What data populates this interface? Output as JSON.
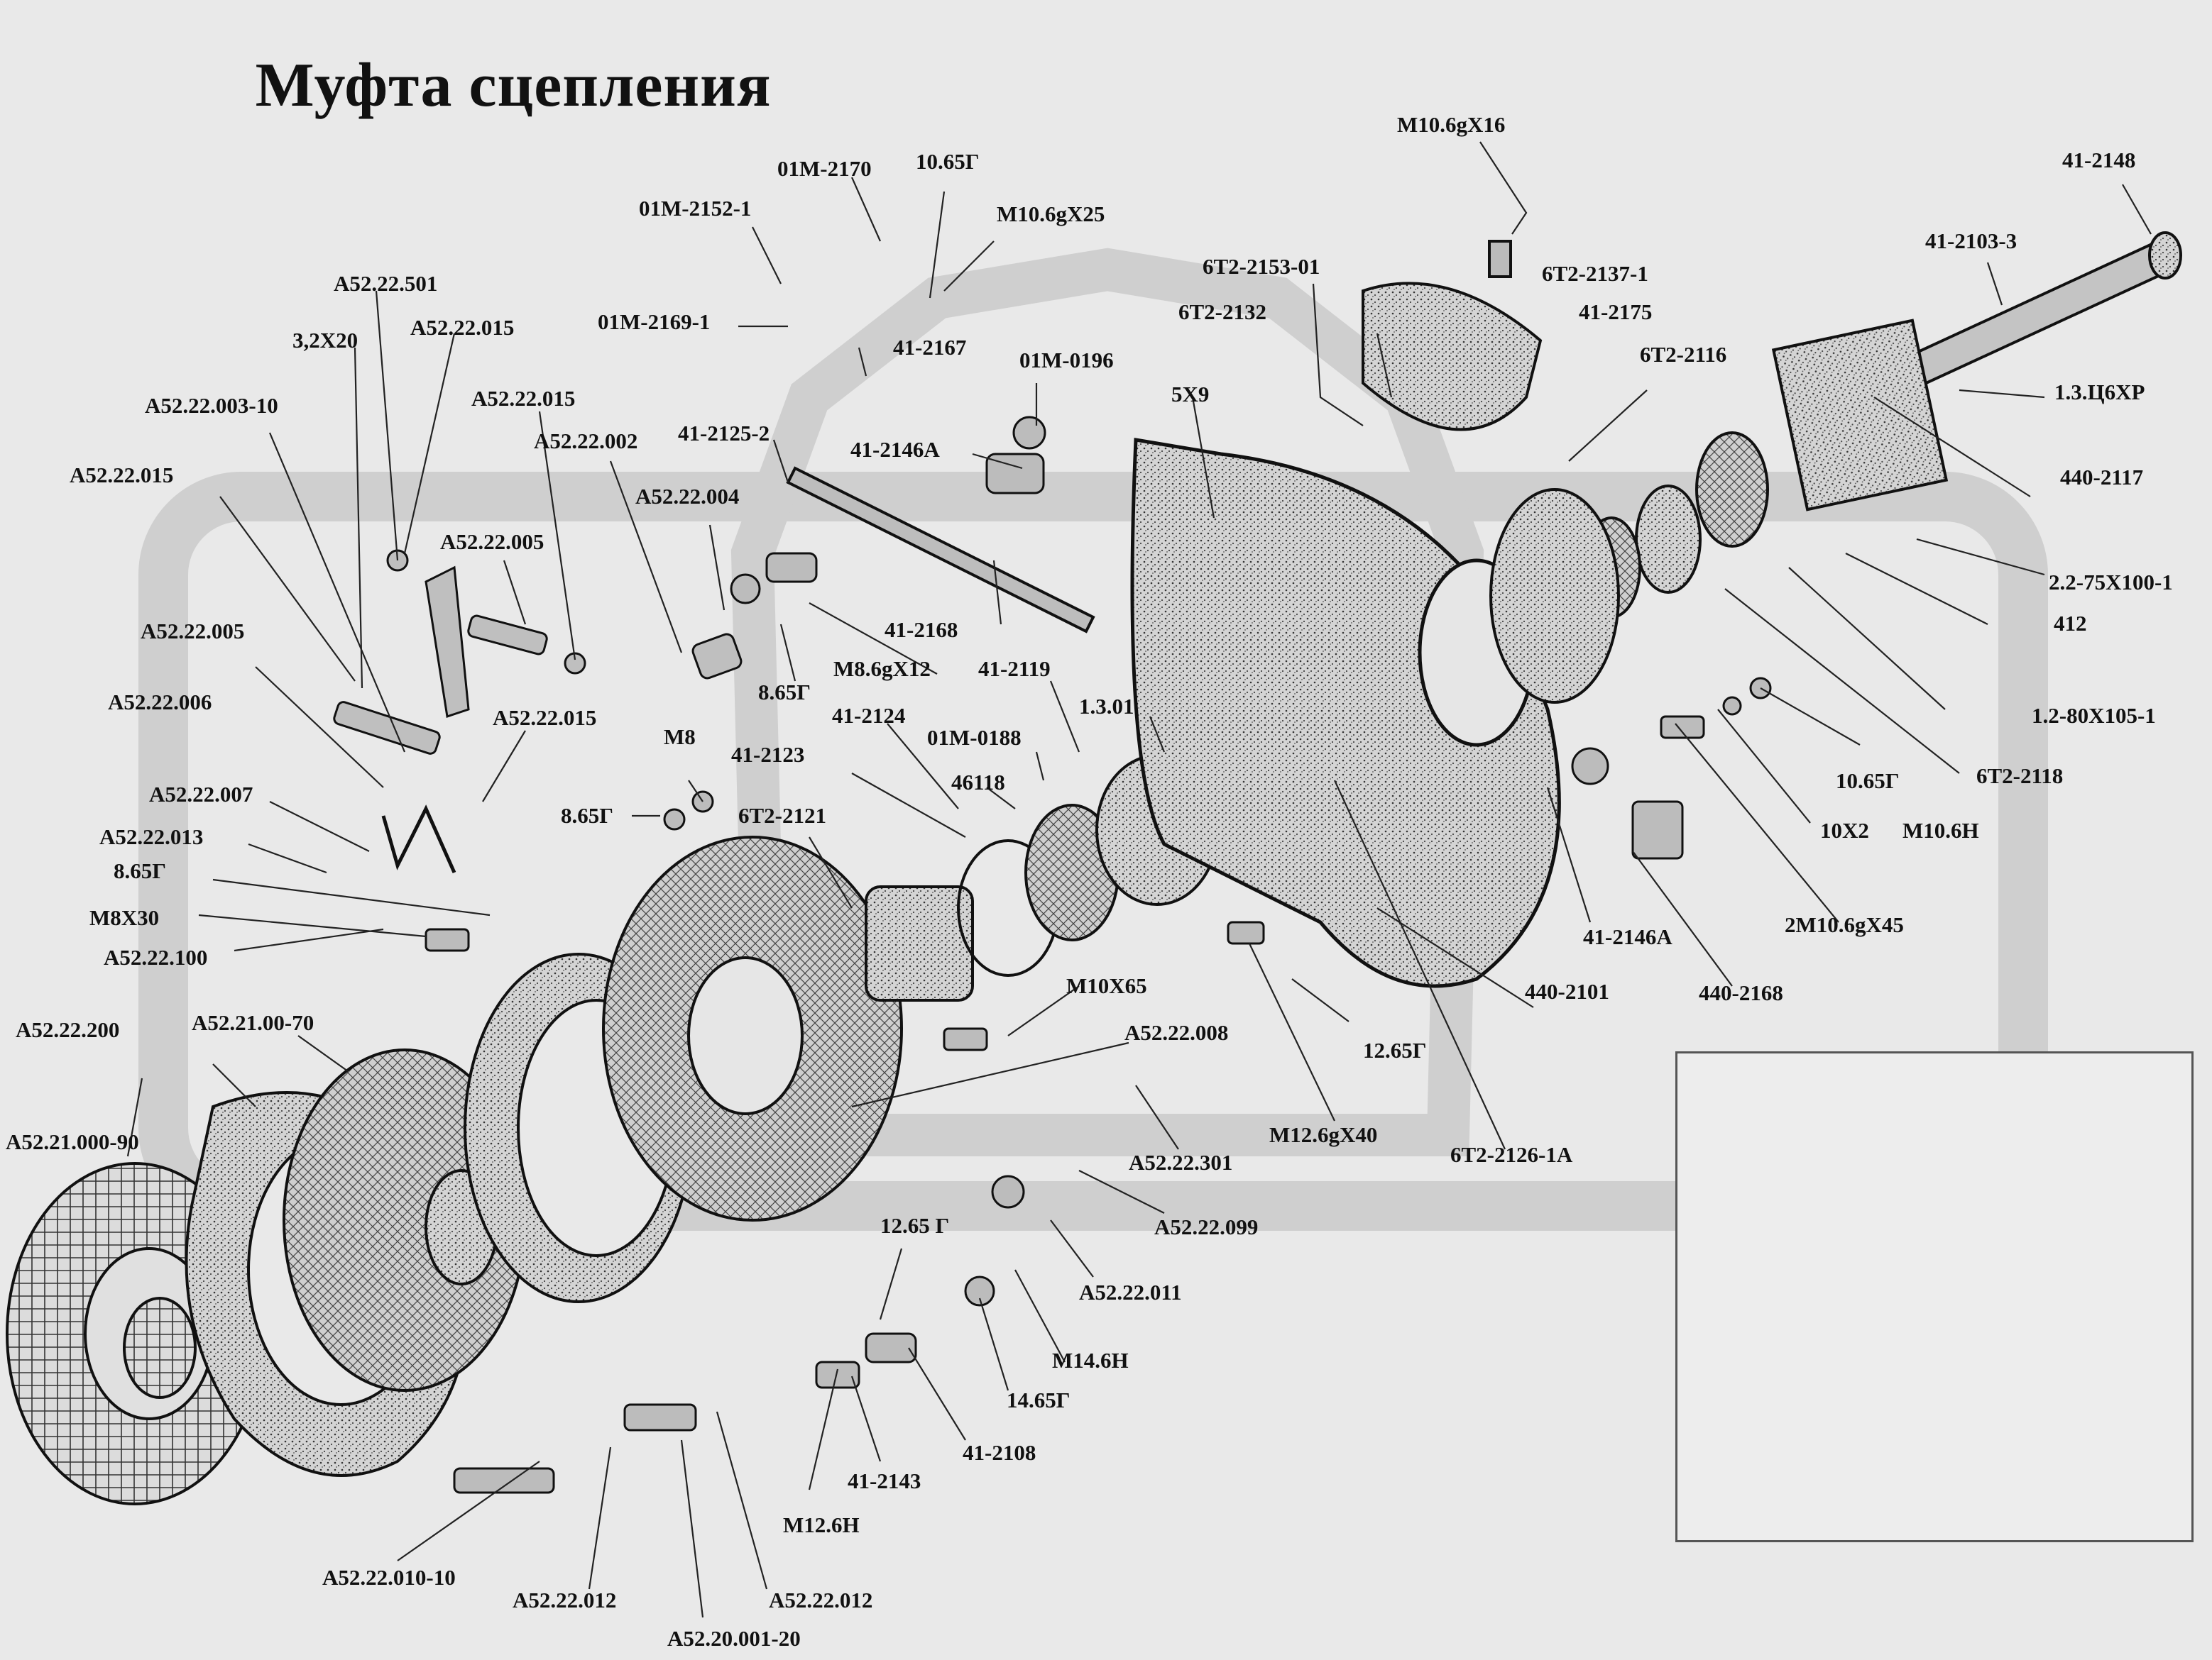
{
  "title": "Муфта сцепления",
  "labels": {
    "l01": "М10.6gХ16",
    "l02": "41-2148",
    "l03": "41-2103-3",
    "l04": "6Т2-2153-01",
    "l05": "6Т2-2137-1",
    "l06": "6Т2-2132",
    "l07": "41-2175",
    "l08": "6Т2-2116",
    "l09": "1.3.Ц6ХР",
    "l10": "440-2117",
    "l11": "2.2-75Х100-1",
    "l12": "412",
    "l13": "1.2-80Х105-1",
    "l14": "6Т2-2118",
    "l15": "10.65Г",
    "l16": "10Х2",
    "l17": "М10.6Н",
    "l18": "2М10.6gХ45",
    "l19": "41-2146А",
    "l20": "440-2101",
    "l21": "440-2168",
    "l22": "12.65Г",
    "l23": "М12.6gХ40",
    "l24": "6Т2-2126-1А",
    "l25": "5Х9",
    "l26": "01М-2170",
    "l27": "10.65Г",
    "l28": "01М-2152-1",
    "l29": "М10.6gХ25",
    "l30": "01М-2169-1",
    "l31": "41-2167",
    "l32": "01М-0196",
    "l33": "41-2146А",
    "l34": "41-2125-2",
    "l35": "А52.22.004",
    "l36": "41-2168",
    "l37": "М8.6gХ12",
    "l38": "8.65Г",
    "l39": "41-2119",
    "l40": "1.3.01",
    "l41": "41-2124",
    "l42": "01М-0188",
    "l43": "46118",
    "l44": "41-2123",
    "l45": "6Т2-2121",
    "l46": "М8",
    "l47": "8.65Г",
    "l48": "М10Х65",
    "l49": "А52.22.008",
    "l50": "А52.22.301",
    "l51": "А52.22.099",
    "l52": "А52.22.011",
    "l53": "М14.6Н",
    "l54": "14.65Г",
    "l55": "12.65 Г",
    "l56": "41-2108",
    "l57": "41-2143",
    "l58": "М12.6Н",
    "l59": "А52.22.012",
    "l60": "А52.20.001-20",
    "l61": "А52.22.012",
    "l62": "А52.22.010-10",
    "l63": "А52.21.000-90",
    "l64": "А52.22.200",
    "l65": "А52.21.00-70",
    "l66": "А52.22.100",
    "l67": "М8Х30",
    "l68": "8.65Г",
    "l69": "А52.22.013",
    "l70": "А52.22.007",
    "l71": "А52.22.006",
    "l72": "А52.22.005",
    "l73": "А52.22.015",
    "l74": "А52.22.003-10",
    "l75": "3,2Х20",
    "l76": "А52.22.501",
    "l77": "А52.22.015",
    "l78": "А52.22.015",
    "l79": "А52.22.002",
    "l80": "А52.22.005",
    "l81": "А52.22.015"
  }
}
